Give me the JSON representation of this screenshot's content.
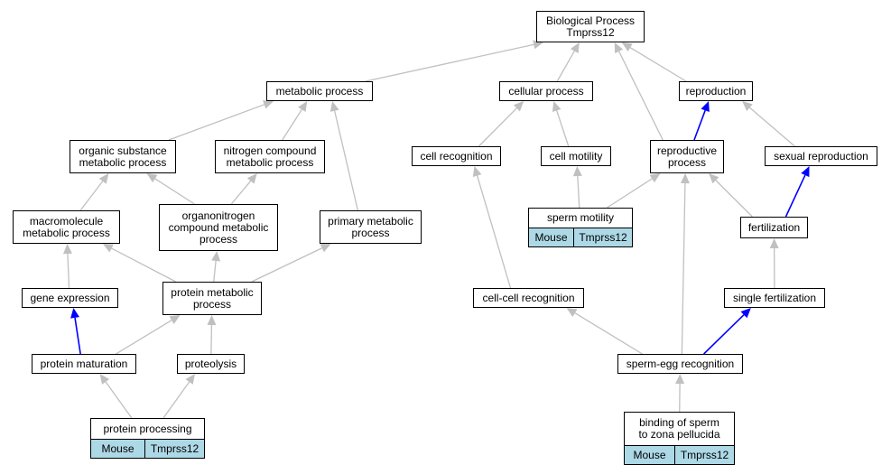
{
  "colors": {
    "edge": "#c0c0c0",
    "highlight": "#0000ff",
    "annotation": "#add8e6"
  },
  "nodes": {
    "biological_process": {
      "lines": [
        "Biological Process",
        "Tmprss12"
      ]
    },
    "metabolic_process": {
      "lines": [
        "metabolic process"
      ]
    },
    "cellular_process": {
      "lines": [
        "cellular process"
      ]
    },
    "reproduction": {
      "lines": [
        "reproduction"
      ]
    },
    "organic_substance_metabolic_process": {
      "lines": [
        "organic substance",
        "metabolic process"
      ]
    },
    "nitrogen_compound_metabolic_process": {
      "lines": [
        "nitrogen compound",
        "metabolic process"
      ]
    },
    "cell_recognition": {
      "lines": [
        "cell recognition"
      ]
    },
    "cell_motility": {
      "lines": [
        "cell motility"
      ]
    },
    "reproductive_process": {
      "lines": [
        "reproductive",
        "process"
      ]
    },
    "sexual_reproduction": {
      "lines": [
        "sexual reproduction"
      ]
    },
    "macromolecule_metabolic_process": {
      "lines": [
        "macromolecule",
        "metabolic process"
      ]
    },
    "organonitrogen_compound_metabolic_process": {
      "lines": [
        "organonitrogen",
        "compound metabolic",
        "process"
      ]
    },
    "primary_metabolic_process": {
      "lines": [
        "primary metabolic",
        "process"
      ]
    },
    "sperm_motility": {
      "lines": [
        "sperm motility"
      ],
      "annotation": [
        "Mouse",
        "Tmprss12"
      ]
    },
    "fertilization": {
      "lines": [
        "fertilization"
      ]
    },
    "gene_expression": {
      "lines": [
        "gene expression"
      ]
    },
    "protein_metabolic_process": {
      "lines": [
        "protein metabolic",
        "process"
      ]
    },
    "cell_cell_recognition": {
      "lines": [
        "cell-cell recognition"
      ]
    },
    "single_fertilization": {
      "lines": [
        "single fertilization"
      ]
    },
    "protein_maturation": {
      "lines": [
        "protein maturation"
      ]
    },
    "proteolysis": {
      "lines": [
        "proteolysis"
      ]
    },
    "sperm_egg_recognition": {
      "lines": [
        "sperm-egg recognition"
      ]
    },
    "protein_processing": {
      "lines": [
        "protein processing"
      ],
      "annotation": [
        "Mouse",
        "Tmprss12"
      ]
    },
    "binding_of_sperm_to_zona_pellucida": {
      "lines": [
        "binding of sperm",
        "to zona pellucida"
      ],
      "annotation": [
        "Mouse",
        "Tmprss12"
      ]
    }
  },
  "edges": [
    {
      "from": "metabolic_process",
      "to": "biological_process",
      "highlight": false
    },
    {
      "from": "cellular_process",
      "to": "biological_process",
      "highlight": false
    },
    {
      "from": "reproduction",
      "to": "biological_process",
      "highlight": false
    },
    {
      "from": "reproductive_process",
      "to": "biological_process",
      "highlight": false
    },
    {
      "from": "organic_substance_metabolic_process",
      "to": "metabolic_process",
      "highlight": false
    },
    {
      "from": "nitrogen_compound_metabolic_process",
      "to": "metabolic_process",
      "highlight": false
    },
    {
      "from": "primary_metabolic_process",
      "to": "metabolic_process",
      "highlight": false
    },
    {
      "from": "cell_recognition",
      "to": "cellular_process",
      "highlight": false
    },
    {
      "from": "cell_motility",
      "to": "cellular_process",
      "highlight": false
    },
    {
      "from": "reproductive_process",
      "to": "reproduction",
      "highlight": true
    },
    {
      "from": "sexual_reproduction",
      "to": "reproduction",
      "highlight": false
    },
    {
      "from": "macromolecule_metabolic_process",
      "to": "organic_substance_metabolic_process",
      "highlight": false
    },
    {
      "from": "organonitrogen_compound_metabolic_process",
      "to": "organic_substance_metabolic_process",
      "highlight": false
    },
    {
      "from": "organonitrogen_compound_metabolic_process",
      "to": "nitrogen_compound_metabolic_process",
      "highlight": false
    },
    {
      "from": "sperm_motility",
      "to": "cell_motility",
      "highlight": false
    },
    {
      "from": "sperm_motility",
      "to": "reproductive_process",
      "highlight": false
    },
    {
      "from": "fertilization",
      "to": "reproductive_process",
      "highlight": false
    },
    {
      "from": "fertilization",
      "to": "sexual_reproduction",
      "highlight": true
    },
    {
      "from": "gene_expression",
      "to": "macromolecule_metabolic_process",
      "highlight": false
    },
    {
      "from": "protein_metabolic_process",
      "to": "macromolecule_metabolic_process",
      "highlight": false
    },
    {
      "from": "protein_metabolic_process",
      "to": "organonitrogen_compound_metabolic_process",
      "highlight": false
    },
    {
      "from": "protein_metabolic_process",
      "to": "primary_metabolic_process",
      "highlight": false
    },
    {
      "from": "single_fertilization",
      "to": "fertilization",
      "highlight": false
    },
    {
      "from": "cell_cell_recognition",
      "to": "cell_recognition",
      "highlight": false
    },
    {
      "from": "protein_maturation",
      "to": "gene_expression",
      "highlight": true
    },
    {
      "from": "protein_maturation",
      "to": "protein_metabolic_process",
      "highlight": false
    },
    {
      "from": "proteolysis",
      "to": "protein_metabolic_process",
      "highlight": false
    },
    {
      "from": "sperm_egg_recognition",
      "to": "cell_cell_recognition",
      "highlight": false
    },
    {
      "from": "sperm_egg_recognition",
      "to": "single_fertilization",
      "highlight": true
    },
    {
      "from": "sperm_egg_recognition",
      "to": "reproductive_process",
      "highlight": false
    },
    {
      "from": "protein_processing",
      "to": "protein_maturation",
      "highlight": false
    },
    {
      "from": "protein_processing",
      "to": "proteolysis",
      "highlight": false
    },
    {
      "from": "binding_of_sperm_to_zona_pellucida",
      "to": "sperm_egg_recognition",
      "highlight": false
    }
  ]
}
